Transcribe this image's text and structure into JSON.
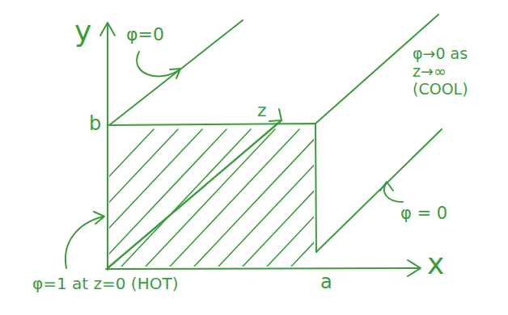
{
  "diagram": {
    "labels": [
      "y",
      "b",
      "φ=0",
      "φ→0 as z→∞ (COOL)",
      "z",
      "φ = 0",
      "φ=1 at z=0 (HOT)",
      "a",
      "x"
    ]
  }
}
